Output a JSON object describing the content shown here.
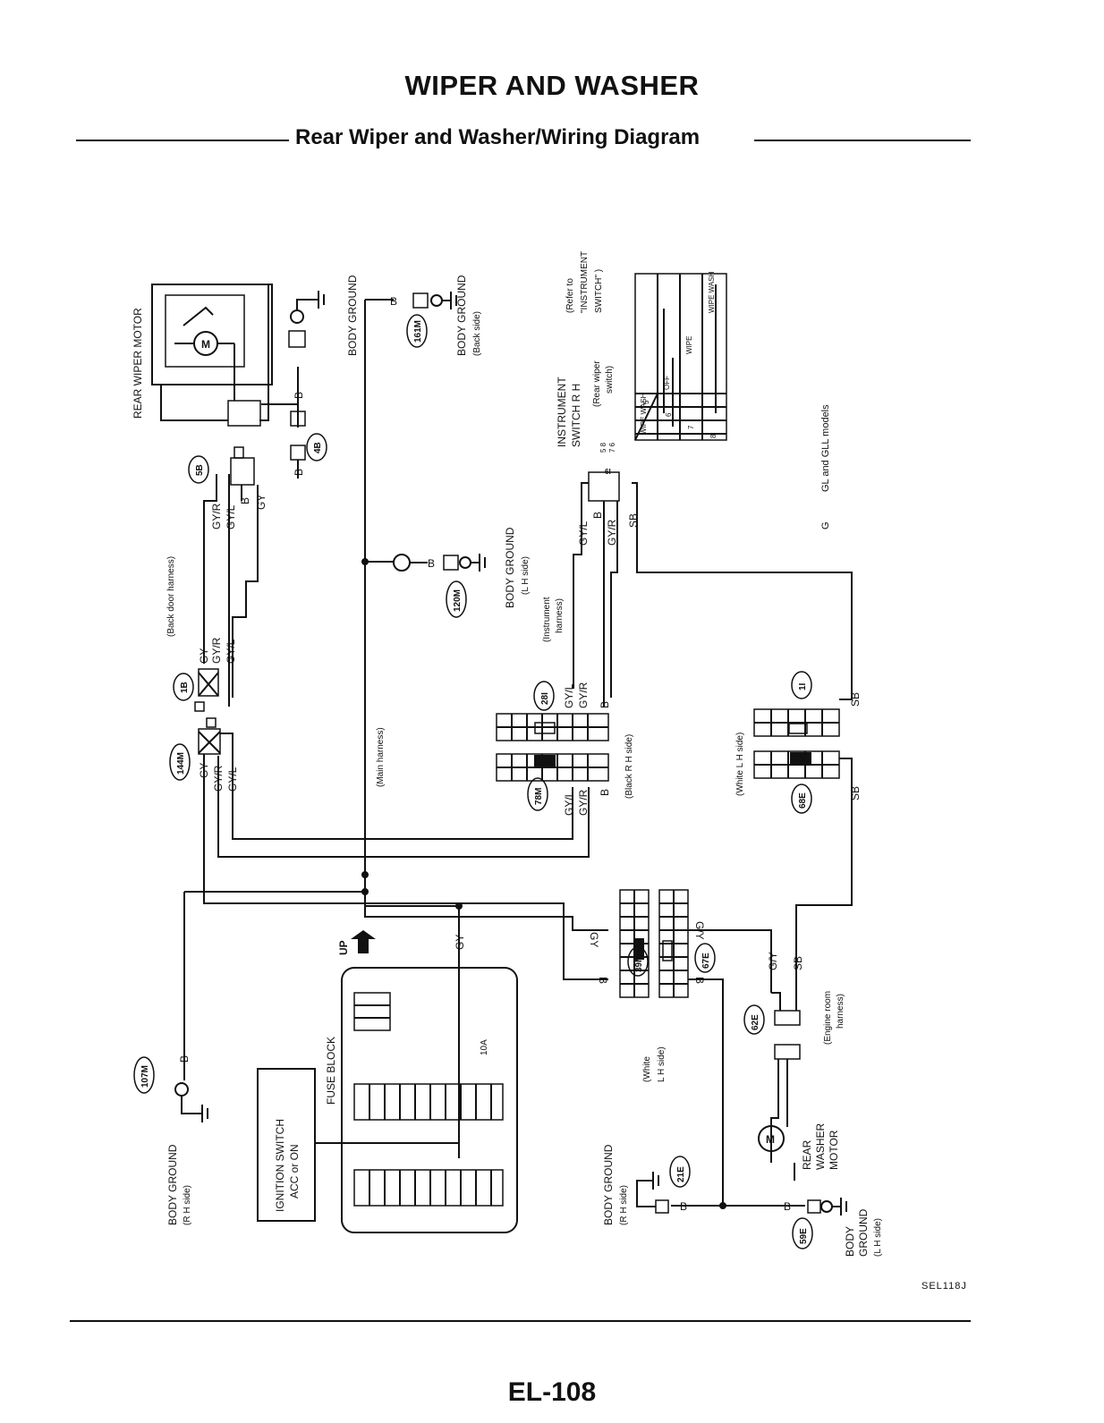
{
  "header": {
    "title": "WIPER AND WASHER",
    "subtitle": "Rear Wiper and Washer/Wiring Diagram"
  },
  "footer": {
    "code": "SEL118J",
    "page": "EL-108"
  },
  "components": {
    "rear_wiper_motor": "REAR WIPER MOTOR",
    "rear_washer_motor_1": "REAR",
    "rear_washer_motor_2": "WASHER",
    "rear_washer_motor_3": "MOTOR",
    "instrument_switch_1": "INSTRUMENT",
    "instrument_switch_2": "SWITCH R H",
    "instrument_switch_3": "(Rear wiper",
    "instrument_switch_4": "switch)",
    "refer_1": "(Refer to",
    "refer_2": "\"INSTRUMENT",
    "refer_3": "SWITCH\" )",
    "fuse_block": "FUSE BLOCK",
    "fuse_rating": "10A",
    "ignition_1": "IGNITION SWITCH",
    "ignition_2": "ACC or ON",
    "motor_symbol": "M",
    "up_label": "UP",
    "models_note": "GL and GLL models",
    "models_symbol": "G"
  },
  "grounds": {
    "bg_top": "BODY GROUND",
    "bg_back_1": "BODY GROUND",
    "bg_back_2": "(Back side)",
    "bg_lh_1": "BODY GROUND",
    "bg_lh_2": "(L H side)",
    "bg_rh_1": "BODY GROUND",
    "bg_rh_2": "(R H side)",
    "bg_21e_1": "BODY GROUND",
    "bg_21e_2": "(R H side)",
    "bg_59e_1": "BODY",
    "bg_59e_2": "GROUND",
    "bg_59e_3": "(L H side)"
  },
  "harnesses": {
    "back_door": "(Back door harness)",
    "main": "(Main harness)",
    "instrument_1": "(Instrument",
    "instrument_2": "harness)",
    "engine_1": "(Engine room",
    "engine_2": "harness)",
    "black_rh": "(Black   R H  side)",
    "white_lh_mid": "(White   L H  side)",
    "white_lh_1": "(White",
    "white_lh_2": "L H side)"
  },
  "connectors": {
    "c161m": "161M",
    "c5b": "5B",
    "c4b": "4B",
    "c1b": "1B",
    "c144m": "144M",
    "c120m": "120M",
    "c28i": "28I",
    "c78m": "78M",
    "c1i": "1I",
    "c68e": "68E",
    "c39m": "39M",
    "c67e": "67E",
    "c62e": "62E",
    "c107m": "107M",
    "c21e": "21E",
    "c59e": "59E",
    "c6i": "6I"
  },
  "wires": {
    "gy": "GY",
    "gyr": "GY/R",
    "gyl": "GY/L",
    "b": "B",
    "sb": "SB",
    "gy_alt": "G/Y"
  },
  "switch_table": {
    "cols": [
      "WIPE WASH",
      "OFF",
      "WIPE",
      "WIPE WASH"
    ],
    "rows": [
      "5",
      "6",
      "7",
      "8"
    ],
    "pins_a": "5 8",
    "pins_b": "7 6"
  }
}
